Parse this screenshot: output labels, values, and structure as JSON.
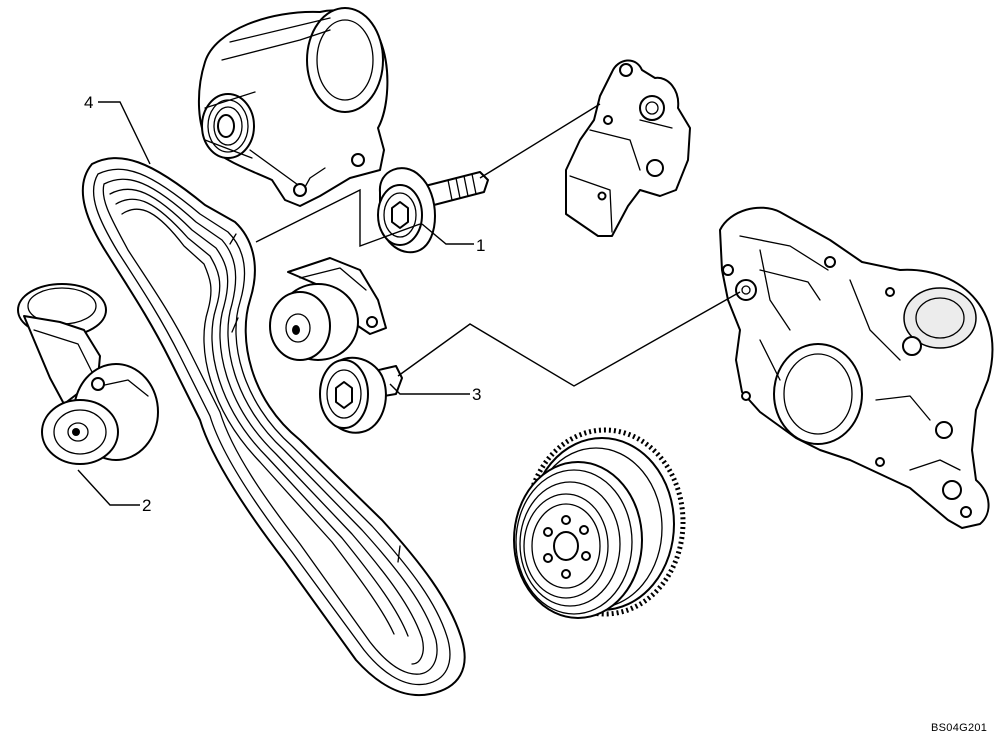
{
  "callouts": {
    "one": "1",
    "two": "2",
    "three": "3",
    "four": "4"
  },
  "drawing_code": "BS04G201",
  "colors": {
    "line": "#000000",
    "background": "#ffffff"
  }
}
